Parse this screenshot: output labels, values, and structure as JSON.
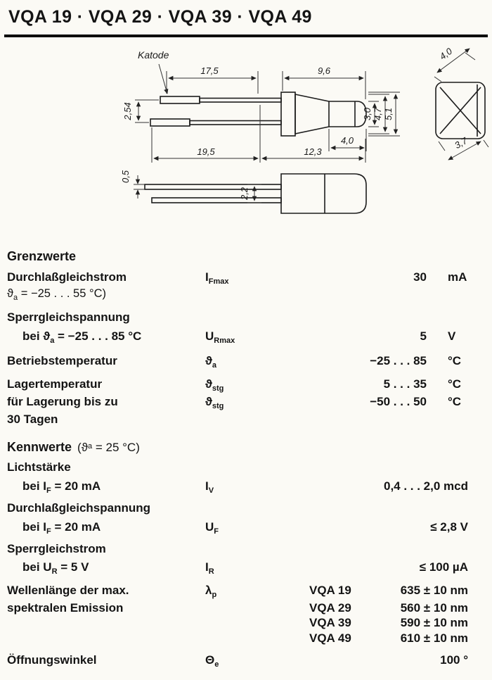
{
  "title": "VQA 19 · VQA 29 · VQA 39 · VQA 49",
  "drawing": {
    "katode": "Katode",
    "d17_5": "17,5",
    "d9_6": "9,6",
    "d2_54": "2,54",
    "d3_0": "3,0",
    "d4_7": "4,7",
    "d5_1": "5,1",
    "d4_0_nose": "4,0",
    "d19_5": "19,5",
    "d12_3": "12,3",
    "d4_0_front": "4,0",
    "d3_7": "3,7",
    "d0_5": "0,5",
    "d2_2": "2,2"
  },
  "grenzwerte": {
    "heading": "Grenzwerte",
    "r1_label": "Durchlaßgleichstrom",
    "r1_cond_pre": "ϑ",
    "r1_cond_sub": "a",
    "r1_cond_post": " = −25 . . . 55 °C)",
    "r1_sym": "I",
    "r1_sym_sub": "Fmax",
    "r1_value": "30",
    "r1_unit": "mA",
    "r2_label": "Sperrgleichspannung",
    "r3_pre": "bei ϑ",
    "r3_sub": "a",
    "r3_post": " = −25 . . . 85 °C",
    "r3_sym": "U",
    "r3_sym_sub": "Rmax",
    "r3_value": "5",
    "r3_unit": "V",
    "r4_label": "Betriebstemperatur",
    "r4_sym": "ϑ",
    "r4_sym_sub": "a",
    "r4_value": "−25 . . . 85",
    "r4_unit": "°C",
    "r5_label": "Lagertemperatur",
    "r5_sym": "ϑ",
    "r5_sym_sub": "stg",
    "r5_value": "5 . . . 35",
    "r5_unit": "°C",
    "r6_label": "für Lagerung bis zu",
    "r6_sym": "ϑ",
    "r6_sym_sub": "stg",
    "r6_value": "−50 . . . 50",
    "r6_unit": "°C",
    "r7_label": "30 Tagen"
  },
  "kennwerte": {
    "heading": "Kennwerte",
    "cond_pre": "(ϑ",
    "cond_sub": "a",
    "cond_post": " = 25 °C)",
    "lichtstaerke": "Lichtstärke",
    "iv_pre": "bei I",
    "iv_sub": "F",
    "iv_post": " = 20 mA",
    "iv_sym": "I",
    "iv_sym_sub": "V",
    "iv_value": "0,4 . . . 2,0 mcd",
    "uf_section": "Durchlaßgleichspannung",
    "uf_pre": "bei I",
    "uf_sub": "F",
    "uf_post": " = 20 mA",
    "uf_sym": "U",
    "uf_sym_sub": "F",
    "uf_value": "≤ 2,8 V",
    "ir_section": "Sperrgleichstrom",
    "ir_pre": "bei U",
    "ir_sub": "R",
    "ir_post": " = 5 V",
    "ir_sym": "I",
    "ir_sym_sub": "R",
    "ir_value": "≤ 100 µA",
    "wl_label1": "Wellenlänge der max.",
    "wl_label2": "spektralen Emission",
    "wl_sym": "λ",
    "wl_sym_sub": "p",
    "wl_variants": [
      {
        "name": "VQA 19",
        "value": "635 ± 10 nm"
      },
      {
        "name": "VQA 29",
        "value": "560 ± 10 nm"
      },
      {
        "name": "VQA 39",
        "value": "590 ± 10 nm"
      },
      {
        "name": "VQA 49",
        "value": "610 ± 10 nm"
      }
    ],
    "angle_label": "Öffnungswinkel",
    "angle_sym": "Θ",
    "angle_sym_sub": "e",
    "angle_value": "100 °"
  }
}
